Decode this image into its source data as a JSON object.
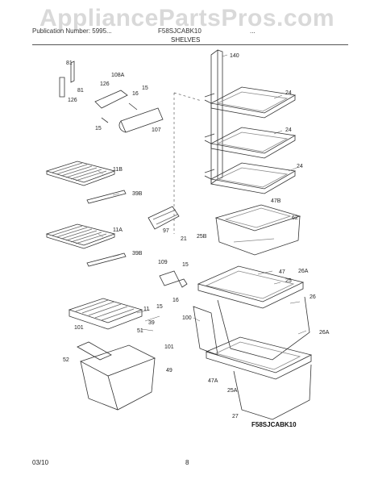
{
  "watermark": "AppliancePartsPros.com",
  "header": {
    "left": "Publication Number: 5995...",
    "middle": "F58SJCABK10",
    "right": "...",
    "section": "SHELVES"
  },
  "callouts": {
    "c140": "140",
    "c24a": "24",
    "c24b": "24",
    "c24c": "24",
    "c81a": "81",
    "c81b": "81",
    "c126a": "126",
    "c126b": "126",
    "c108a": "108A",
    "c15a": "15",
    "c16a": "16",
    "c15b": "15",
    "c107": "107",
    "c11b": "11B",
    "c39b1": "39B",
    "c11a": "11A",
    "c39b2": "39B",
    "c47b": "47B",
    "c62": "62",
    "c25b": "25B",
    "c97": "97",
    "c21": "21",
    "c109": "109",
    "c15c": "15",
    "c16b": "16",
    "c15d": "15",
    "c47": "47",
    "c25": "25",
    "c26a1": "26A",
    "c26": "26",
    "c11": "11",
    "c39": "39",
    "c51": "51",
    "c101a": "101",
    "c101b": "101",
    "c52": "52",
    "c49": "49",
    "c100": "100",
    "c26a2": "26A",
    "c47a": "47A",
    "c25a": "25A",
    "c27": "27"
  },
  "diagram_code": "F58SJCABK10",
  "footer": {
    "left": "03/10",
    "page": "8"
  }
}
